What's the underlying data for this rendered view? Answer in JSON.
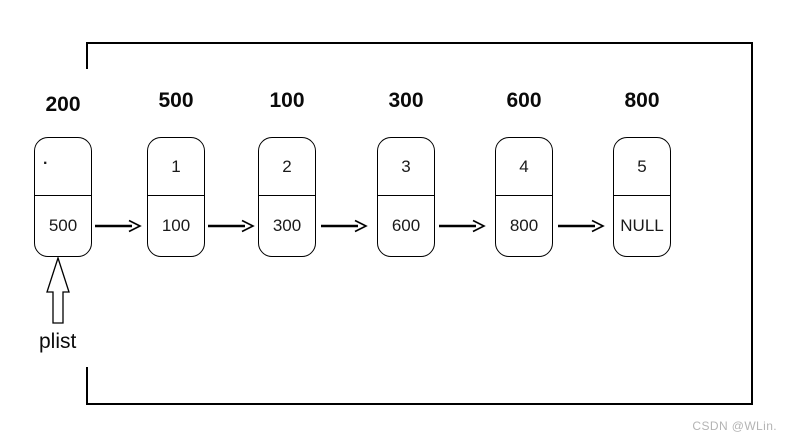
{
  "list": {
    "pointer_label": "plist",
    "nodes": [
      {
        "address": "200",
        "data": ".",
        "next": "500"
      },
      {
        "address": "500",
        "data": "1",
        "next": "100"
      },
      {
        "address": "100",
        "data": "2",
        "next": "300"
      },
      {
        "address": "300",
        "data": "3",
        "next": "600"
      },
      {
        "address": "600",
        "data": "4",
        "next": "800"
      },
      {
        "address": "800",
        "data": "5",
        "next": "NULL"
      }
    ]
  },
  "watermark": "CSDN @WLin.",
  "colors": {
    "stroke": "#000000",
    "text": "#111111",
    "watermark": "#b4b4b4",
    "background": "#ffffff"
  }
}
